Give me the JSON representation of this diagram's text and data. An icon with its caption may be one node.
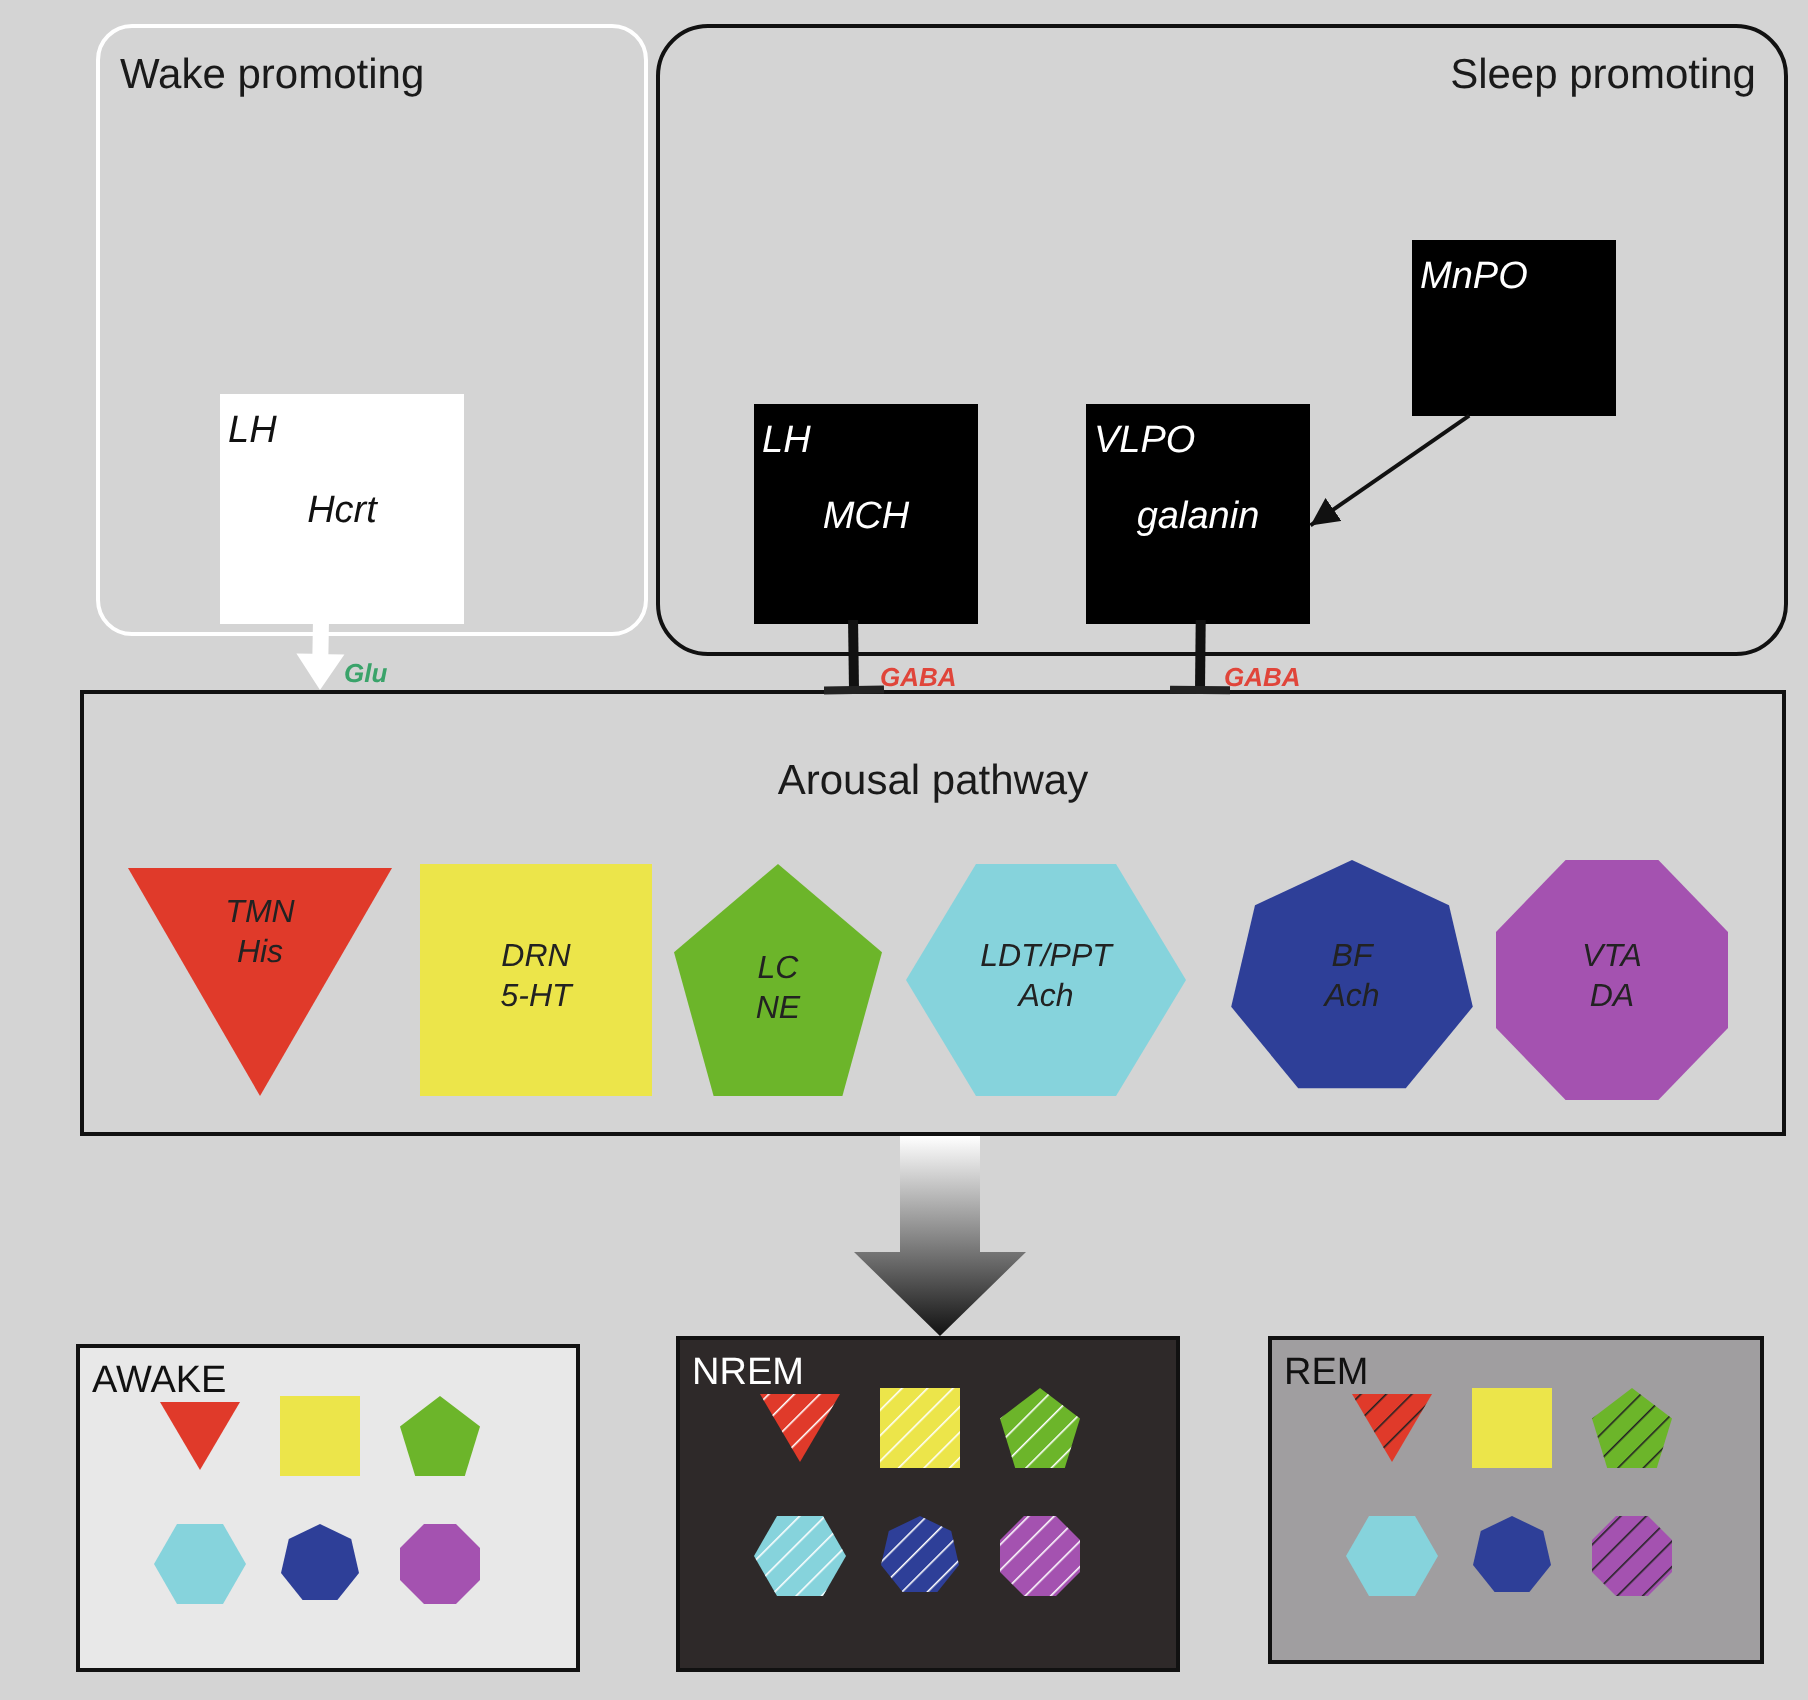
{
  "diagram": {
    "nodes": [
      {
        "text": [
          "Wake promoting"
        ]
      },
      {
        "text": [
          "LH",
          "Hcrt"
        ],
        "in": 0
      },
      {
        "text": [
          "Sleep promoting"
        ]
      },
      {
        "text": [
          "LH",
          "MCH"
        ],
        "in": 2
      },
      {
        "text": [
          "VLPO",
          "galanin"
        ],
        "in": 2
      },
      {
        "text": [
          "MnPO"
        ],
        "in": 2
      },
      {
        "text": [
          "Arousal pathway"
        ]
      },
      {
        "text": [
          "TMN",
          "His"
        ],
        "in": 6
      },
      {
        "text": [
          "DRN",
          "5-HT"
        ],
        "in": 6
      },
      {
        "text": [
          "LC",
          "NE"
        ],
        "in": 6
      },
      {
        "text": [
          "LDT/PPT",
          "Ach"
        ],
        "in": 6
      },
      {
        "text": [
          "BF",
          "Ach"
        ],
        "in": 6
      },
      {
        "text": [
          "VTA",
          "DA"
        ],
        "in": 6
      },
      {
        "text": [
          "AWAKE"
        ]
      },
      {
        "text": [
          "NREM"
        ]
      },
      {
        "text": [
          "REM"
        ]
      }
    ],
    "edges": [
      {
        "from": 1,
        "to": 6,
        "arrow": "to",
        "label": "Glu",
        "style": "thick",
        "color": "#ffffff"
      },
      {
        "from": 3,
        "to": 6,
        "arrow": "other",
        "label": "GABA"
      },
      {
        "from": 4,
        "to": 6,
        "arrow": "other",
        "label": "GABA"
      },
      {
        "from": 5,
        "to": 4,
        "arrow": "to"
      },
      {
        "from": 6,
        "to": 14,
        "arrow": "to",
        "style": "thick"
      }
    ]
  }
}
